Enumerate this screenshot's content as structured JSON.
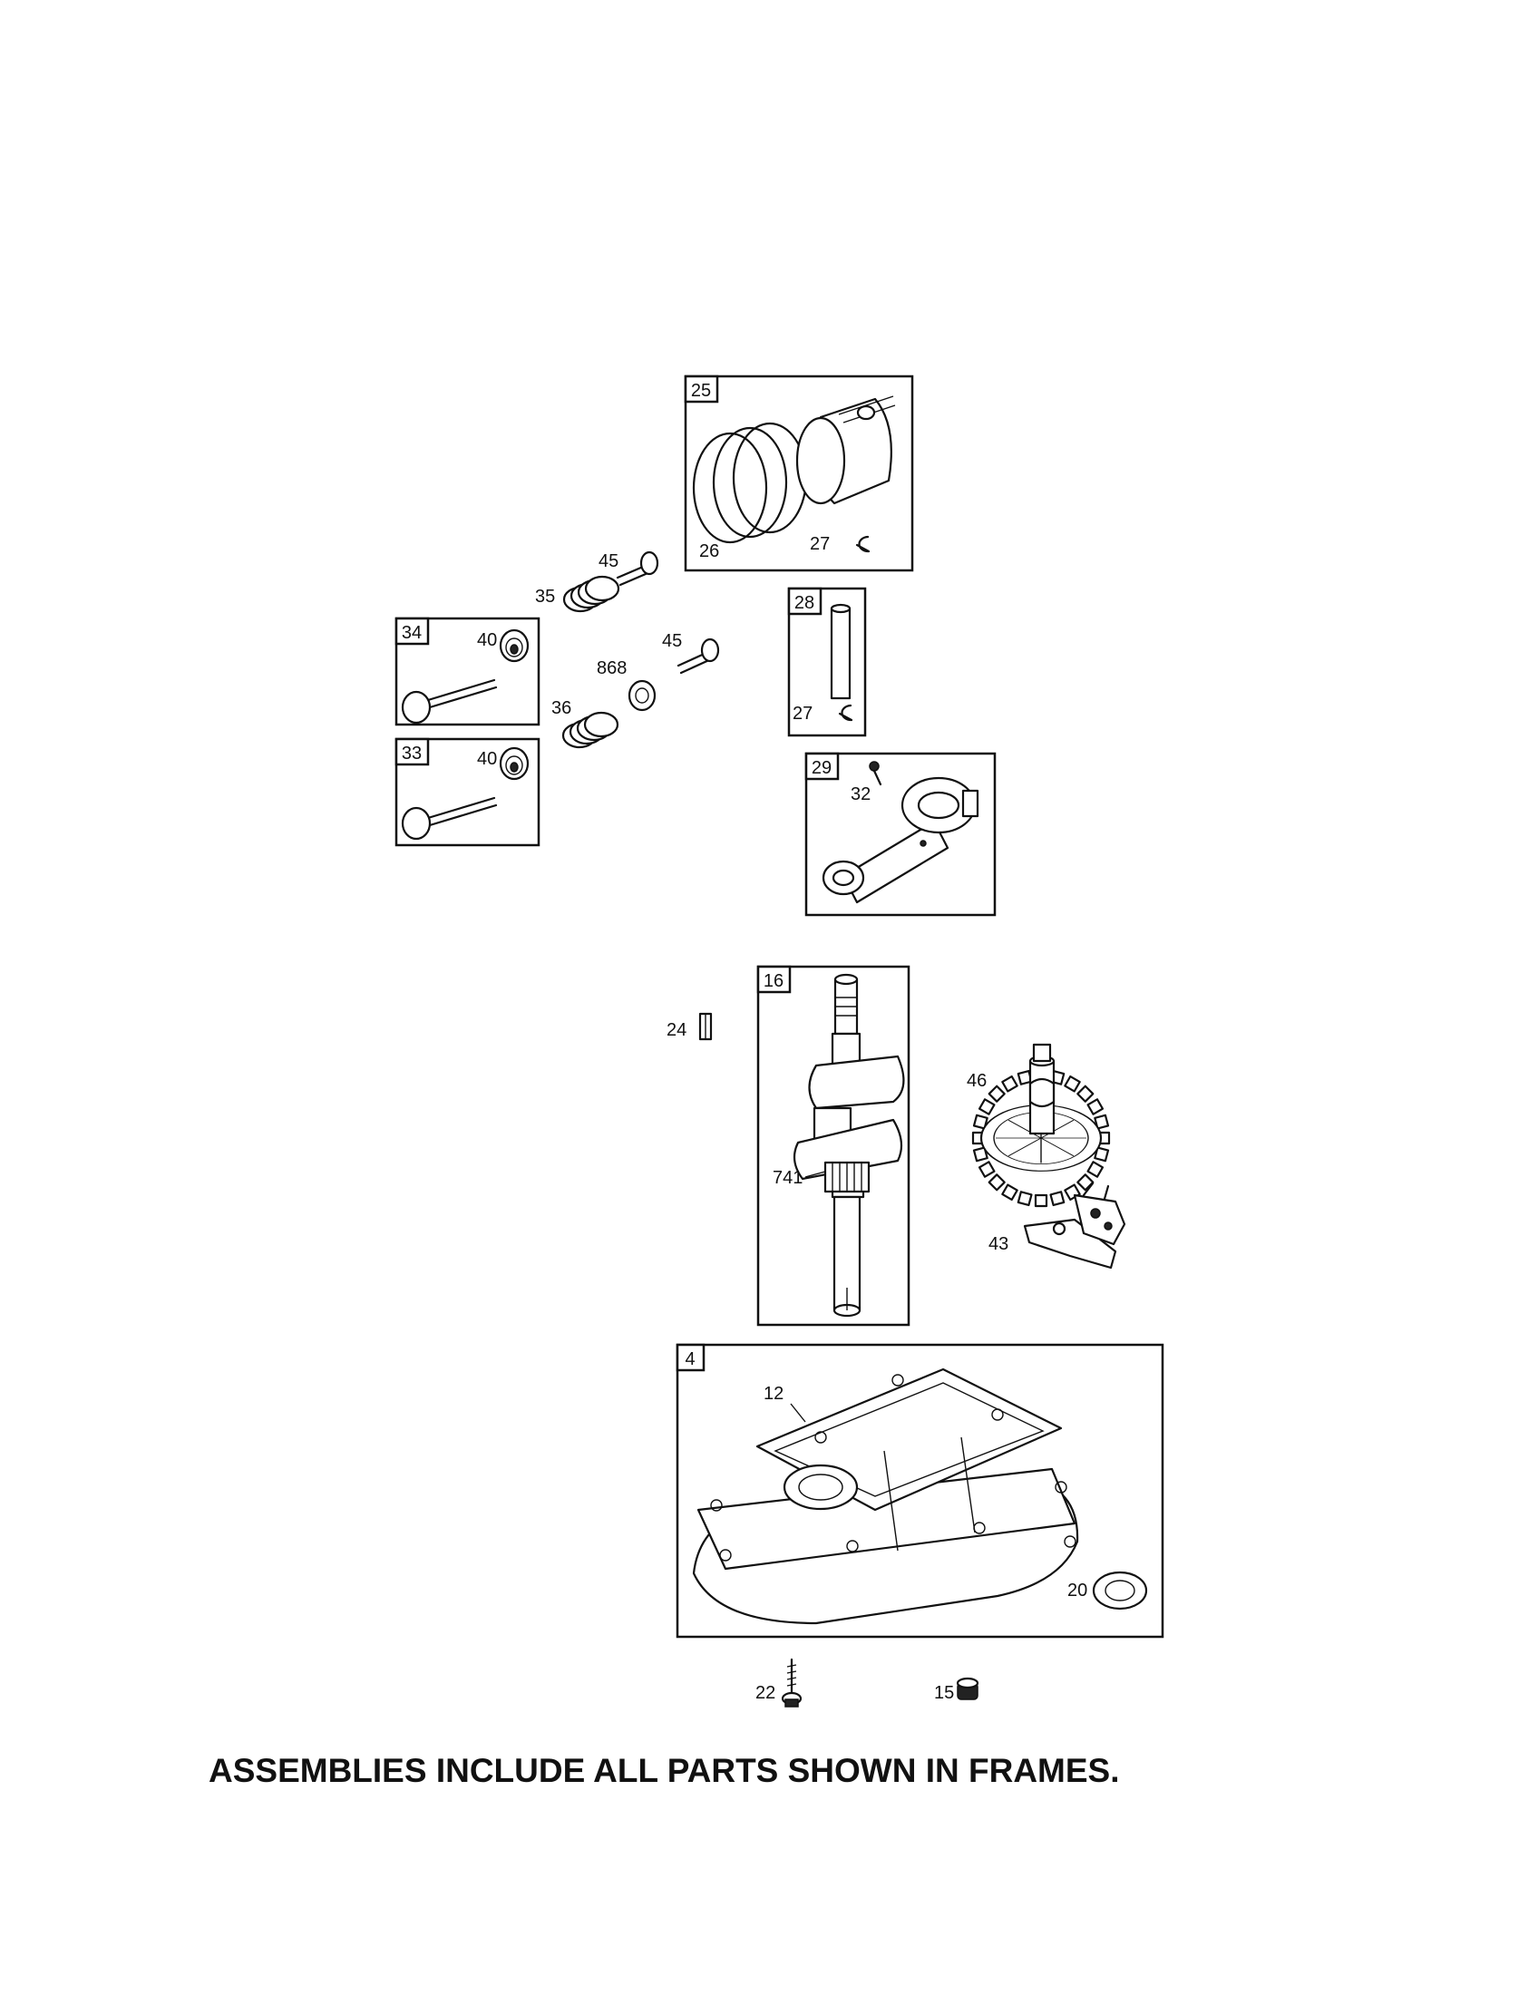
{
  "frames": {
    "f25": "25",
    "f28": "28",
    "f34": "34",
    "f33": "33",
    "f29": "29",
    "f16": "16",
    "f4": "4"
  },
  "labels": {
    "p26": "26",
    "p27a": "27",
    "p45a": "45",
    "p35": "35",
    "p40a": "40",
    "p45b": "45",
    "p868": "868",
    "p36": "36",
    "p27b": "27",
    "p40b": "40",
    "p32": "32",
    "p24": "24",
    "p46": "46",
    "p741": "741",
    "p43": "43",
    "p12": "12",
    "p20": "20",
    "p22": "22",
    "p15": "15"
  },
  "footnote": "ASSEMBLIES INCLUDE ALL PARTS SHOWN IN FRAMES."
}
